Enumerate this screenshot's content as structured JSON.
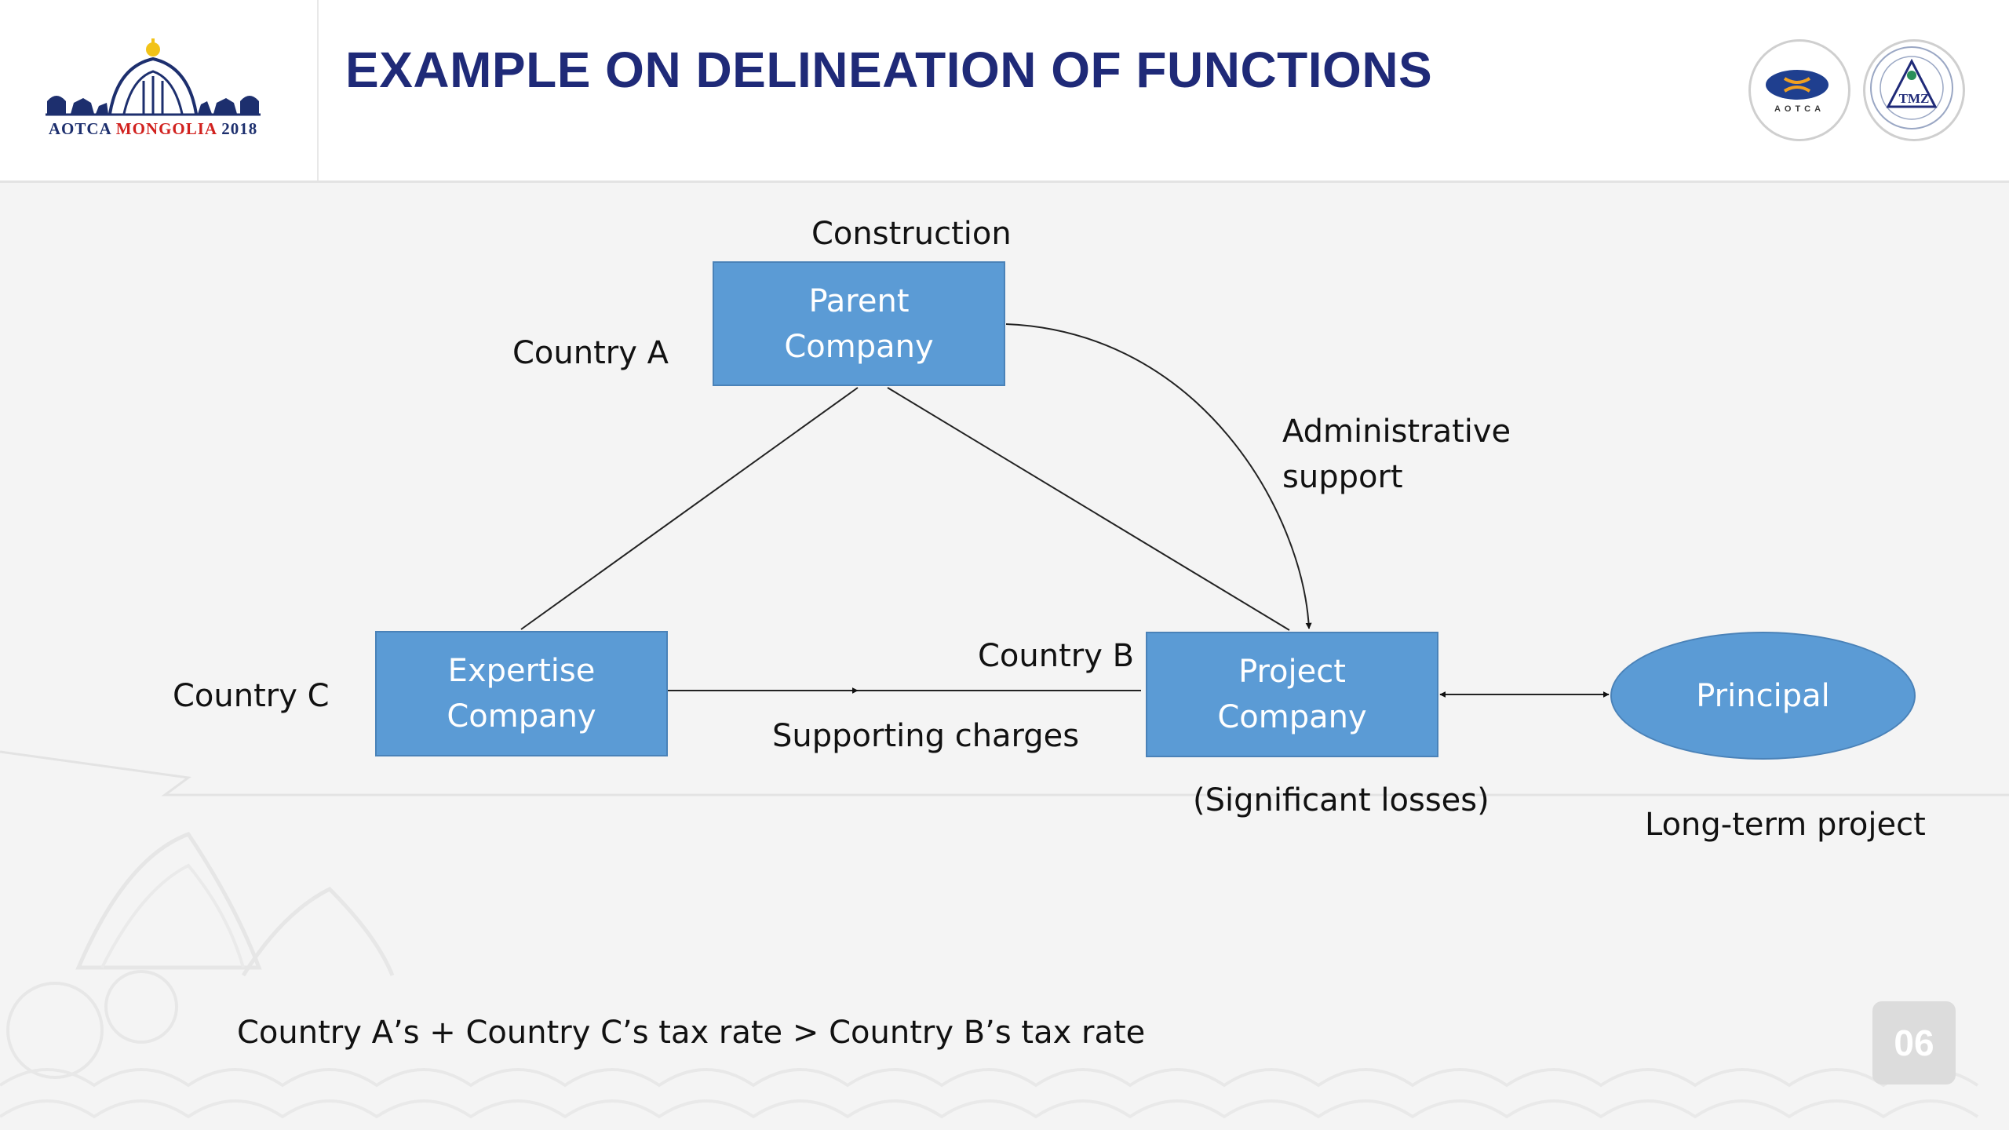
{
  "header": {
    "title": "EXAMPLE ON DELINEATION OF FUNCTIONS",
    "event_logo": {
      "part1": "AOTCA ",
      "part2": "MONGOLIA",
      "part3": " 2018"
    },
    "aotca_badge_text": "AOTCA",
    "tmz_badge_text": "TMZ"
  },
  "diagram": {
    "construction_label": "Construction",
    "country_a_label": "Country A",
    "parent_company": {
      "line1": "Parent",
      "line2": "Company"
    },
    "admin_support": {
      "line1": "Administrative",
      "line2": "support"
    },
    "country_c_label": "Country C",
    "expertise_company": {
      "line1": "Expertise",
      "line2": "Company"
    },
    "country_b_label": "Country B",
    "project_company": {
      "line1": "Project",
      "line2": "Company"
    },
    "supporting_charges_label": "Supporting charges",
    "significant_losses_label": "(Significant losses)",
    "principal_label": "Principal",
    "long_term_label": "Long-term project"
  },
  "footer": {
    "tax_note": "Country A’s + Country C’s tax rate > Country B’s tax rate",
    "page_number": "06"
  },
  "colors": {
    "box_fill": "#5b9bd5",
    "box_border": "#4a82b8",
    "title": "#1f2a78",
    "logo_red": "#d1211e"
  }
}
